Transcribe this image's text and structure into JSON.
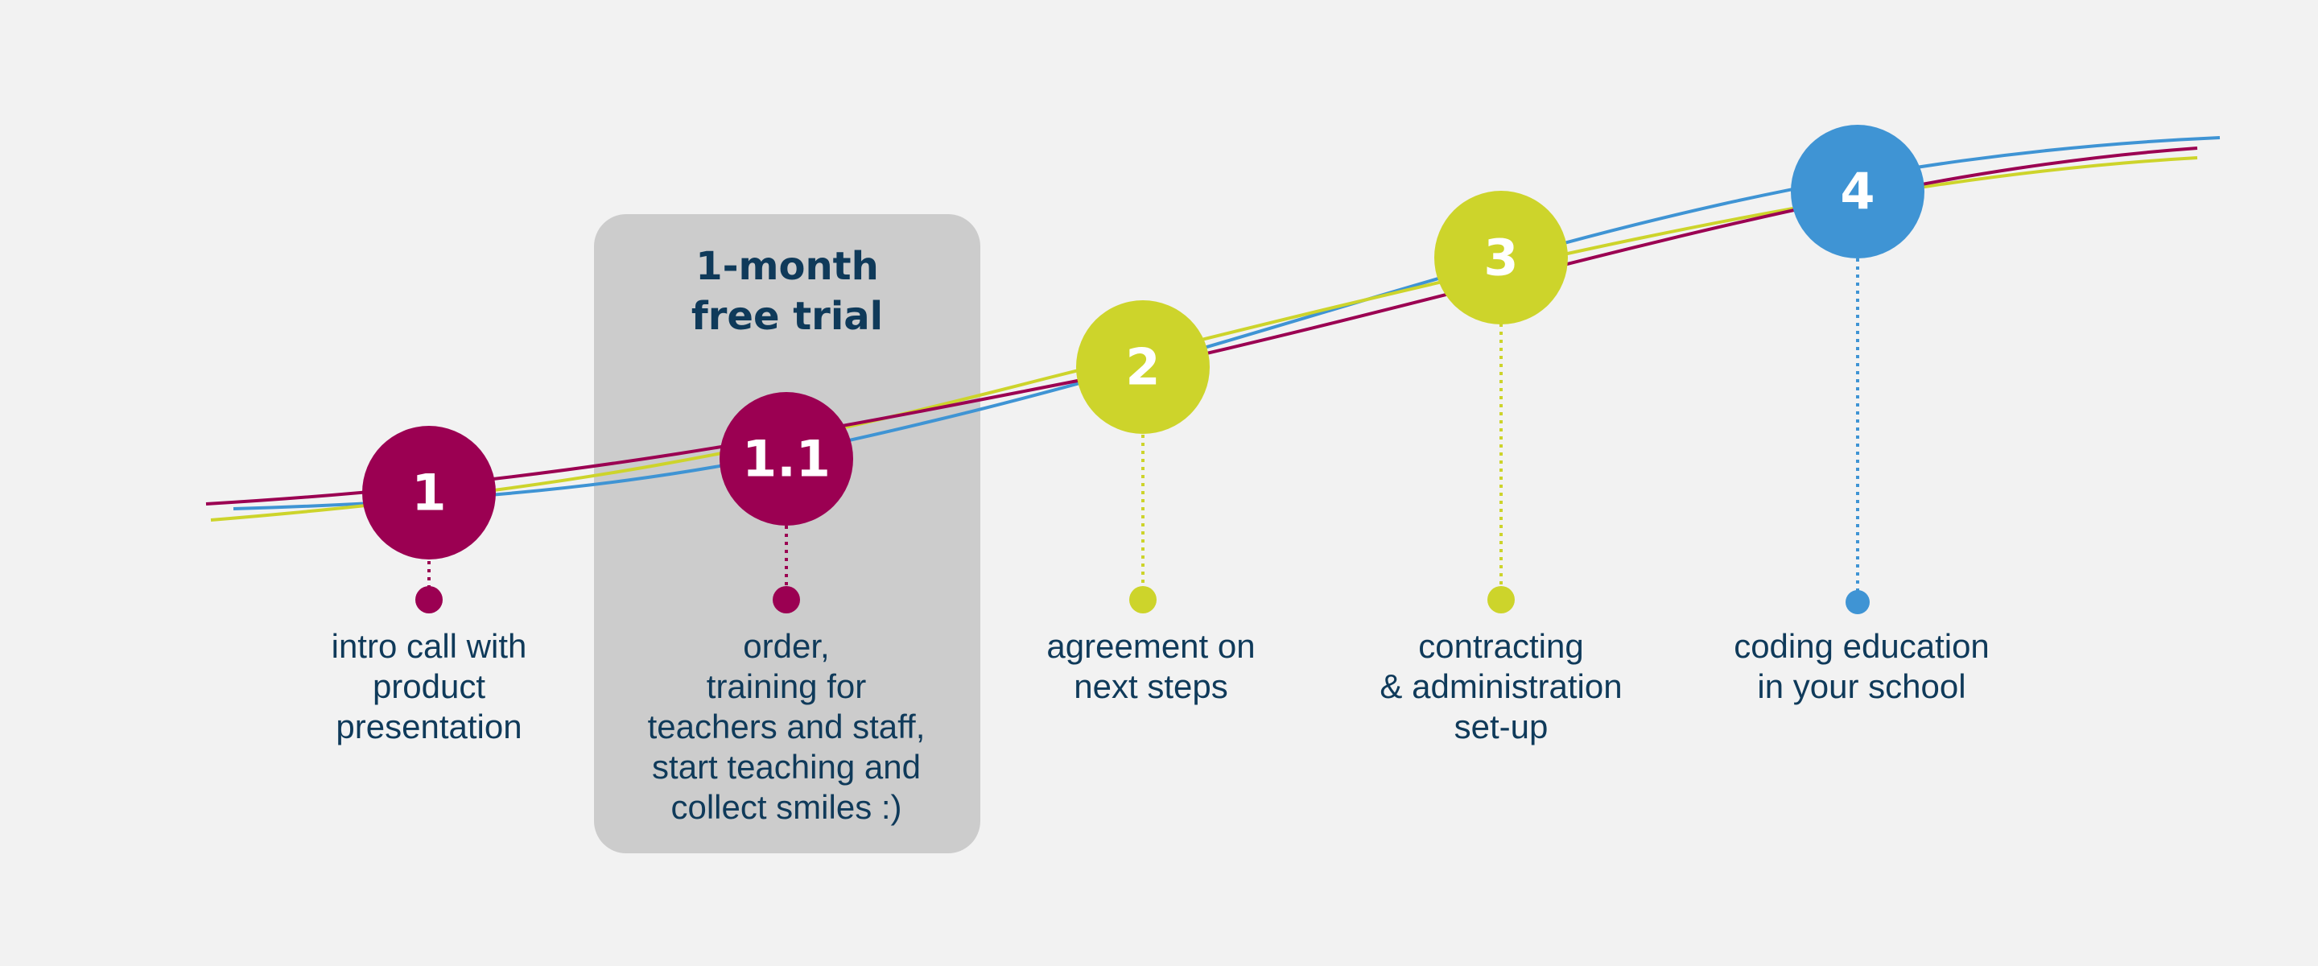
{
  "colors": {
    "background": "#f2f2f2",
    "trial_box": "#cccccc",
    "magenta": "#9b0052",
    "lime": "#cdd42b",
    "blue": "#3f94d4",
    "text": "#0f3a5a"
  },
  "trial": {
    "title_line1": "1-month",
    "title_line2": "free trial"
  },
  "steps": [
    {
      "number": "1",
      "color": "magenta",
      "label": "intro call with\nproduct\npresentation"
    },
    {
      "number": "1.1",
      "color": "magenta",
      "label": "order,\ntraining for\nteachers and staff,\nstart teaching and\ncollect smiles :)"
    },
    {
      "number": "2",
      "color": "lime",
      "label": "agreement on\nnext steps"
    },
    {
      "number": "3",
      "color": "lime",
      "label": "contracting\n& administration\nset-up"
    },
    {
      "number": "4",
      "color": "blue",
      "label": "coding education\nin your school"
    }
  ]
}
